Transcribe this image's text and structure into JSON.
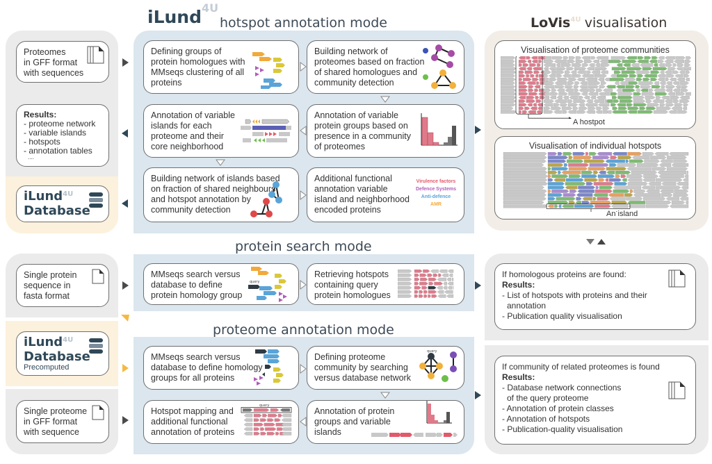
{
  "header": {
    "logo_main": "iLund",
    "logo_sup": "4U",
    "hotspot_mode_title": "hotspot annotation mode",
    "lovis_main": "LoVis",
    "lovis_sup": "4U",
    "lovis_rest": "visualisation"
  },
  "inputs": {
    "proteomes": [
      "Proteomes",
      "in GFF format",
      "with sequences"
    ],
    "results_heading": "Results:",
    "results_items": [
      "- proteome network",
      "- variable islands",
      "- hotspots",
      "- annotation tables",
      "...."
    ],
    "database_line1": "iLund",
    "database_sup": "4U",
    "database_line2": "Database",
    "single_protein": [
      "Single protein",
      "sequence in",
      "fasta format"
    ],
    "precomputed_db_line1": "iLund",
    "precomputed_db_sup": "4U",
    "precomputed_db_line2": "Database",
    "precomputed_label": "Precomputed",
    "single_proteome": [
      "Single proteome",
      "in GFF format",
      "with sequence"
    ]
  },
  "hotspot_mode": {
    "steps": [
      {
        "lines": [
          "Defining groups of",
          "protein homologues with",
          "MMseqs clustering of all",
          "proteins"
        ]
      },
      {
        "lines": [
          "Building network of",
          "proteomes based on fraction",
          "of shared homologues and",
          "community detection"
        ]
      },
      {
        "lines": [
          "Annotation of variable",
          "islands for each",
          "proteome and their",
          "core neighborhood"
        ]
      },
      {
        "lines": [
          "Annotation of variable",
          "protein groups based on",
          "presence in a community",
          "of proteomes"
        ]
      },
      {
        "lines": [
          "Building network of islands based",
          "on fraction of shared neighbours",
          "and hotspot annotation by",
          "community detection"
        ]
      },
      {
        "lines": [
          "Additional functional",
          "annotation variable",
          "island and neighborhood",
          "encoded proteins"
        ]
      }
    ],
    "legend": [
      {
        "label": "Virulence factors",
        "color": "#e05a6b"
      },
      {
        "label": "Defence Systems",
        "color": "#b05cb8"
      },
      {
        "label": "Anti-defence",
        "color": "#5aa4d8"
      },
      {
        "label": "AMR",
        "color": "#f2a93b"
      }
    ]
  },
  "protein_search_mode": {
    "title": "protein search mode",
    "steps": [
      {
        "lines": [
          "MMseqs search versus",
          "database to define",
          "protein homology group"
        ]
      },
      {
        "lines": [
          "Retrieving hotspots",
          "containing query",
          "protein homologues"
        ]
      }
    ],
    "query_label": "query"
  },
  "proteome_annotation_mode": {
    "title": "proteome annotation mode",
    "steps": [
      {
        "lines": [
          "MMseqs search versus",
          "database to define homology",
          "groups for all proteins"
        ]
      },
      {
        "lines": [
          "Defining proteome",
          "community by searching",
          "versus database network"
        ]
      },
      {
        "lines": [
          "Hotspot mapping and",
          "additional functional",
          "annotation of proteins"
        ]
      },
      {
        "lines": [
          "Annotation of protein",
          "groups and variable",
          "islands"
        ]
      }
    ],
    "query_label": "query"
  },
  "lovis": {
    "communities_title": "Visualisation of proteome communities",
    "hotspot_callout": "A hostpot",
    "hotspots_title": "Visualisation of individual hotspots",
    "island_callout": "An island"
  },
  "outputs": {
    "search_condition": "If homologous proteins are found:",
    "search_results_heading": "Results:",
    "search_results": [
      "- List of hotspots with proteins and their",
      "  annotation",
      "- Publication quality visualisation"
    ],
    "annotation_condition": "If community of related proteomes is found",
    "annotation_results_heading": "Results:",
    "annotation_results": [
      "- Database network connections",
      "  of the query proteome",
      "- Annotation of protein classes",
      "- Annotation of hotspots",
      "- Publication-quality visualisation"
    ]
  },
  "colors": {
    "accent_dark": "#2f4858",
    "pink": "#e07a8a",
    "green": "#7dbb72",
    "grey_gene": "#c8c8c8",
    "yellow_arrow": "#f5b942"
  }
}
